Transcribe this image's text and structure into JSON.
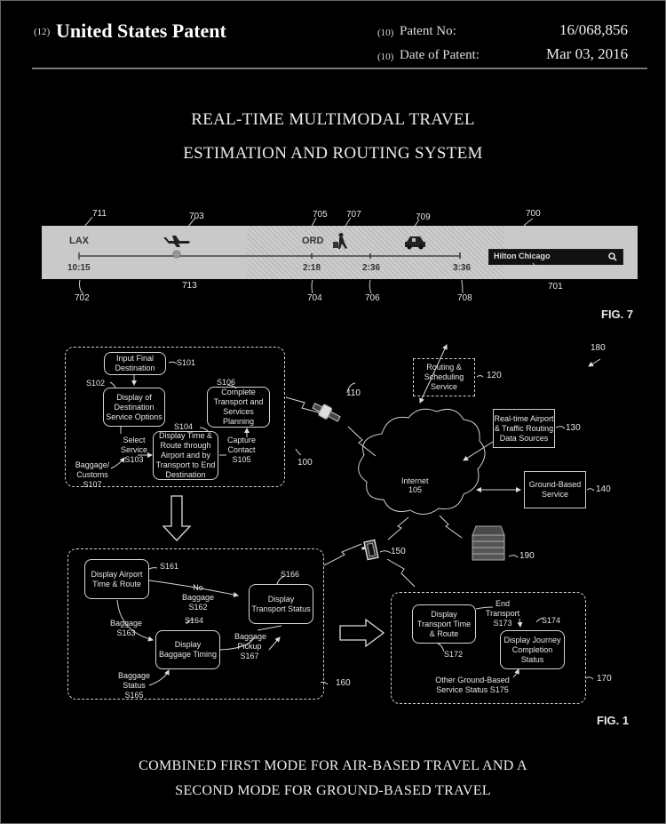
{
  "header": {
    "kind_code": "(12)",
    "title": "United States Patent",
    "patent_no_code": "(10)",
    "patent_no_label": "Patent No:",
    "patent_no_value": "16/068,856",
    "date_code": "(10)",
    "date_label": "Date of Patent:",
    "date_value": "Mar 03, 2016"
  },
  "title": {
    "line1": "REAL-TIME MULTIMODAL TRAVEL",
    "line2": "ESTIMATION AND ROUTING SYSTEM"
  },
  "fig7": {
    "label": "FIG. 7",
    "origin": "LAX",
    "connection": "ORD",
    "times": [
      "10:15",
      "2:18",
      "2:36",
      "3:36"
    ],
    "search_value": "Hilton Chicago",
    "icons": [
      "airplane-icon",
      "walking-traveler-icon",
      "car-icon",
      "search-icon"
    ],
    "refs": {
      "r700": "700",
      "r701": "701",
      "r702": "702",
      "r703": "703",
      "r704": "704",
      "r705": "705",
      "r706": "706",
      "r707": "707",
      "r708": "708",
      "r709": "709",
      "r711": "711",
      "r713": "713"
    }
  },
  "fig1": {
    "label": "FIG. 1",
    "system_ref": "180",
    "group100": {
      "ref": "100",
      "nodes": {
        "s101": "Input Final Destination",
        "s102": "Display of Destination Service Options",
        "s104": "Display Time & Route through Airport and by Transport to End Destination",
        "s106": "Complete Transport and Services Planning"
      },
      "labels": {
        "s101": "S101",
        "s102": "S102",
        "s103": "Select Service S103",
        "s104": "S104",
        "s105": "Capture Contact S105",
        "s106": "S106",
        "s107": "Baggage/ Customs S107"
      }
    },
    "network": {
      "satellite_ref": "110",
      "routing": "Routing & Scheduling Service",
      "routing_ref": "120",
      "realtime": "Real-time Airport & Traffic Routing Data Sources",
      "realtime_ref": "130",
      "internet": "Internet",
      "internet_ref": "105",
      "ground": "Ground-Based Service",
      "ground_ref": "140",
      "device_ref": "150",
      "server_ref": "190"
    },
    "group160": {
      "ref": "160",
      "nodes": {
        "s161": "Display Airport Time & Route",
        "s164": "Display Baggage Timing",
        "s166": "Display Transport Status"
      },
      "labels": {
        "s161": "S161",
        "s162": "No Baggage S162",
        "s163": "Baggage S163",
        "s164": "S164",
        "s165": "Baggage Status S165",
        "s166": "S166",
        "s167": "Baggage Pickup S167"
      }
    },
    "group170": {
      "ref": "170",
      "nodes": {
        "s172": "Display Transport Time & Route",
        "s174": "Display Journey Completion Status"
      },
      "labels": {
        "s172": "S172",
        "s173": "End Transport S173",
        "s174": "S174",
        "s175": "Other Ground-Based Service Status S175"
      }
    }
  },
  "caption": {
    "line1": "COMBINED FIRST MODE FOR AIR-BASED TRAVEL AND A",
    "line2": "SECOND MODE FOR GROUND-BASED TRAVEL"
  }
}
